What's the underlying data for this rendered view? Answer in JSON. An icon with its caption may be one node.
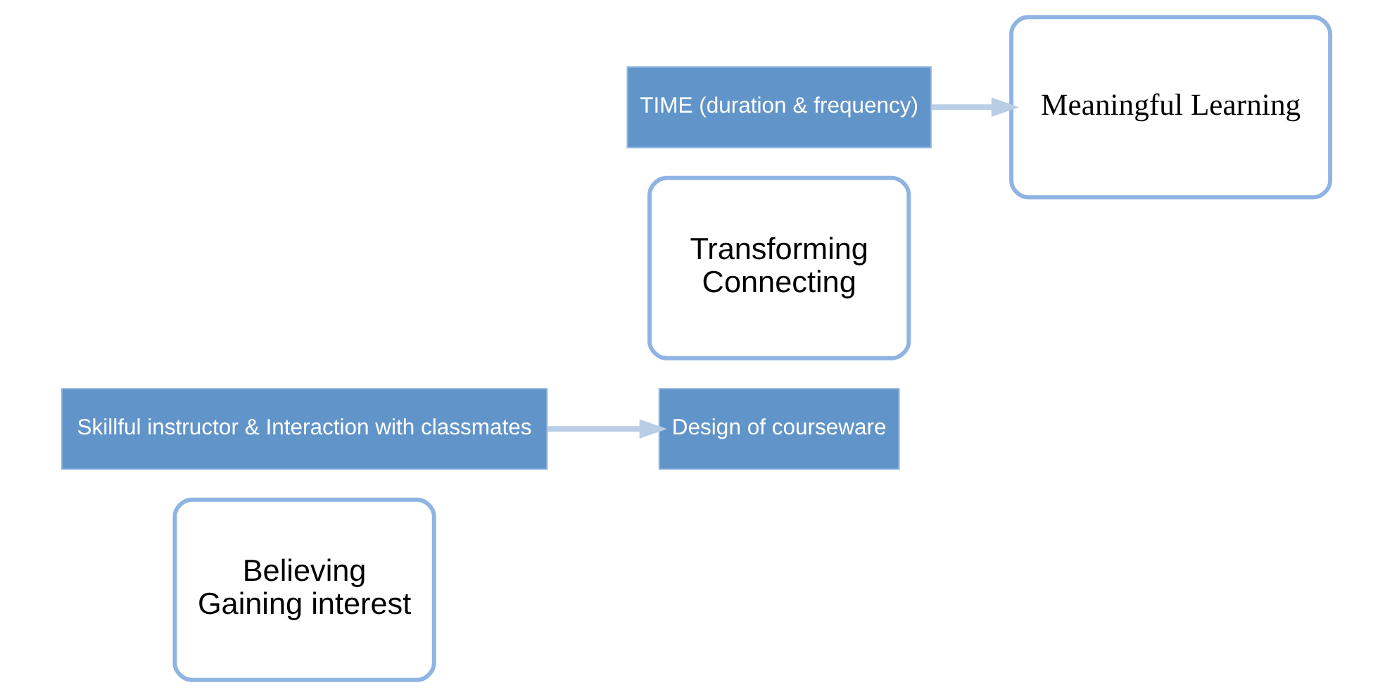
{
  "diagram": {
    "nodes": [
      {
        "text": [
          "Believing",
          "Gaining interest"
        ]
      },
      {
        "text": [
          "Skillful instructor & Interaction with classmates"
        ]
      },
      {
        "text": [
          "Transforming",
          "Connecting"
        ]
      },
      {
        "text": [
          "TIME (duration & frequency)"
        ]
      },
      {
        "text": [
          "Design of courseware"
        ]
      },
      {
        "text": [
          "Meaningful Learning"
        ]
      }
    ],
    "edges": [
      {
        "from": 1,
        "to": 4,
        "arrow": "to"
      },
      {
        "from": 3,
        "to": 5,
        "arrow": "to"
      }
    ]
  }
}
